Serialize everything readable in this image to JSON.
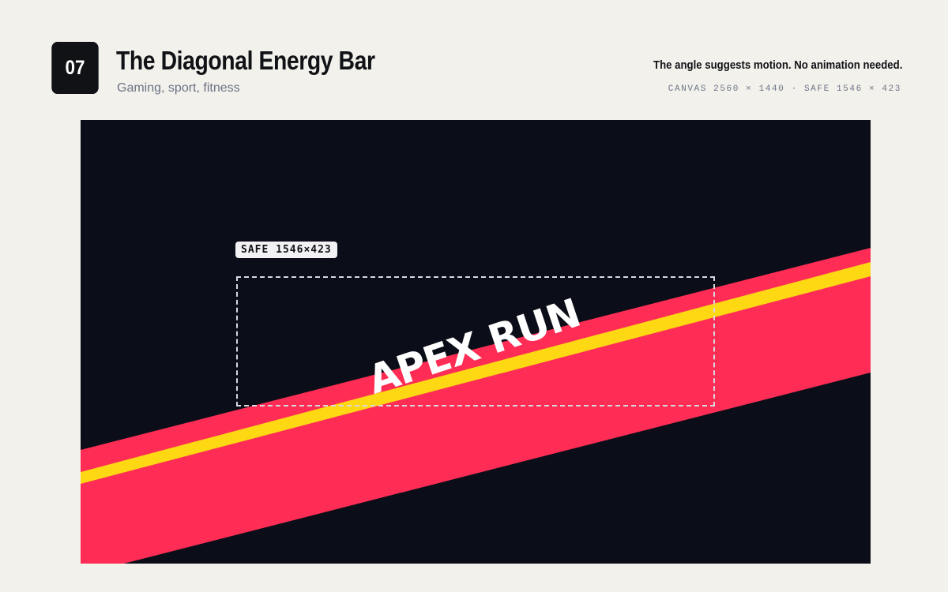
{
  "header": {
    "number": "07",
    "title": "The Diagonal Energy Bar",
    "subtitle": "Gaming, sport, fitness",
    "tagline": "The angle suggests motion. No animation needed.",
    "spec": "CANVAS 2560 × 1440 · SAFE 1546 × 423"
  },
  "banner": {
    "safe_label": "SAFE 1546×423",
    "headline": "APEX RUN"
  },
  "colors": {
    "page_background": "#f3f1ec",
    "canvas_background": "#0b0e18",
    "energy_bar": "#ff2d55",
    "accent_stripe": "#ffd814",
    "badge": "#111216",
    "headline_text": "#ffffff"
  }
}
